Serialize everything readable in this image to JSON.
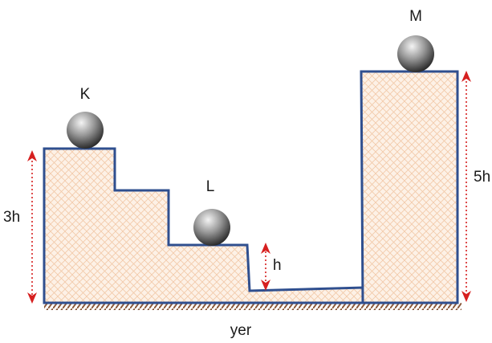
{
  "labels": {
    "ball_k": "K",
    "ball_l": "L",
    "ball_m": "M",
    "height_k": "3h",
    "height_step": "h",
    "height_m": "5h",
    "ground": "yer"
  },
  "colors": {
    "outline": "#2f4f8f",
    "fill": "#fdf1e6",
    "hatch": "#f2c9a8",
    "arrow": "#d62020",
    "ground": "#8b5a3c"
  }
}
